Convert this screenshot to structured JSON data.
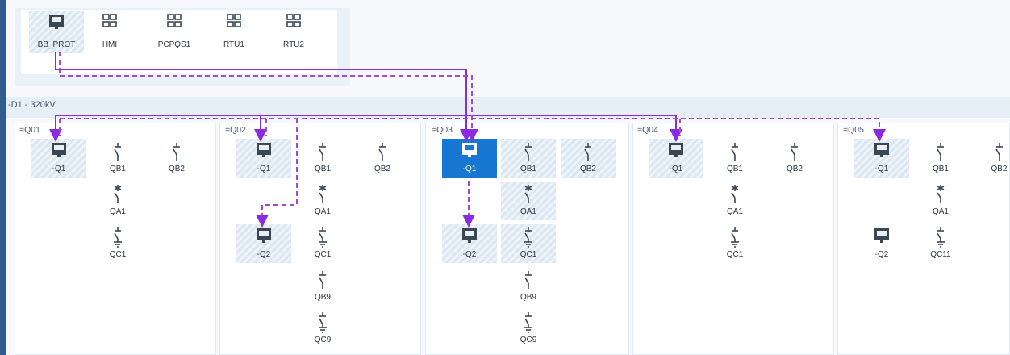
{
  "station": {
    "devices": [
      {
        "label": "BB_PROT",
        "icon": "ied-box-icon"
      },
      {
        "label": "HMI",
        "icon": "network-computers-icon"
      },
      {
        "label": "PCPQS1",
        "icon": "network-computers-icon"
      },
      {
        "label": "RTU1",
        "icon": "network-computers-icon"
      },
      {
        "label": "RTU2",
        "icon": "network-computers-icon"
      }
    ]
  },
  "voltage_level": {
    "label": "-D1 - 320kV"
  },
  "bays": [
    {
      "label": "=Q01",
      "devices": {
        "q1": "-Q1",
        "qb1": "QB1",
        "qb2": "QB2",
        "qa1": "QA1",
        "qc1": "QC1"
      }
    },
    {
      "label": "=Q02",
      "devices": {
        "q1": "-Q1",
        "q2": "-Q2",
        "qb1": "QB1",
        "qb2": "QB2",
        "qa1": "QA1",
        "qc1": "QC1",
        "qb9": "QB9",
        "qc9": "QC9"
      }
    },
    {
      "label": "=Q03",
      "devices": {
        "q1": "-Q1",
        "q2": "-Q2",
        "qb1": "QB1",
        "qb2": "QB2",
        "qa1": "QA1",
        "qc1": "QC1",
        "qb9": "QB9",
        "qc9": "QC9"
      }
    },
    {
      "label": "=Q04",
      "devices": {
        "q1": "-Q1",
        "qb1": "QB1",
        "qb2": "QB2",
        "qa1": "QA1",
        "qc1": "QC1"
      }
    },
    {
      "label": "=Q05",
      "devices": {
        "q1": "-Q1",
        "q2": "-Q2",
        "qb1": "QB1",
        "qb2": "QB2",
        "qa1": "QA1",
        "qc11": "QC11"
      }
    }
  ],
  "colors": {
    "selected": "#1877d2",
    "connection_solid": "#8a2be2",
    "connection_dashed": "#a64ac9",
    "sidebar": "#2f5e8e"
  }
}
